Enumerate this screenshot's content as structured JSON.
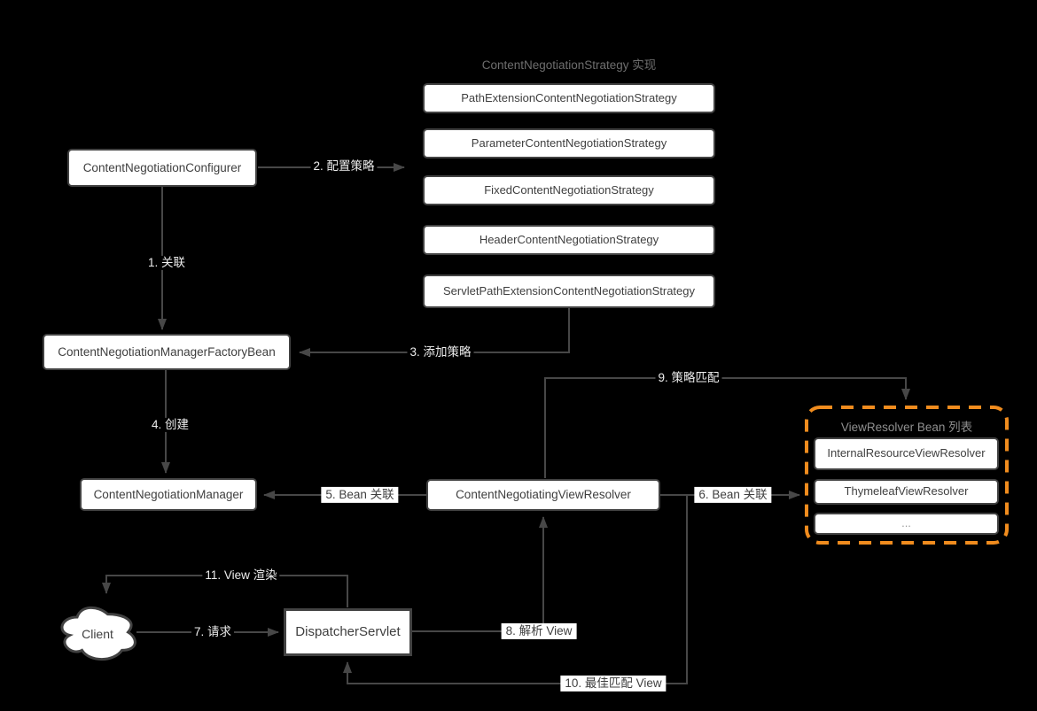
{
  "title": "ContentNegotiationStrategy 实现",
  "strategies": [
    "PathExtensionContentNegotiationStrategy",
    "ParameterContentNegotiationStrategy",
    "FixedContentNegotiationStrategy",
    "HeaderContentNegotiationStrategy",
    "ServletPathExtensionContentNegotiationStrategy"
  ],
  "nodes": {
    "configurer": "ContentNegotiationConfigurer",
    "factoryBean": "ContentNegotiationManagerFactoryBean",
    "manager": "ContentNegotiationManager",
    "viewResolver": "ContentNegotiatingViewResolver",
    "dispatcherServlet": "DispatcherServlet",
    "client": "Client"
  },
  "resolverList": {
    "title": "ViewResolver Bean 列表",
    "items": [
      "InternalResourceViewResolver",
      "ThymeleafViewResolver",
      "..."
    ]
  },
  "edgeLabels": {
    "e1": "1. 关联",
    "e2": "2. 配置策略",
    "e3": "3. 添加策略",
    "e4": "4. 创建",
    "e5": "5. Bean 关联",
    "e6": "6. Bean 关联",
    "e7": "7. 请求",
    "e8": "8. 解析 View",
    "e9": "9. 策略匹配",
    "e10": "10. 最佳匹配 View",
    "e11": "11. View 渲染"
  },
  "colors": {
    "background": "#000000",
    "nodeFill": "#ffffff",
    "nodeBorder": "#424242",
    "nodeText": "#3f3f3f",
    "line": "#474747",
    "labelOnBlack": "#ededed",
    "accentOrange": "#F08C1E",
    "groupTitleGray": "#8f8f8f"
  }
}
